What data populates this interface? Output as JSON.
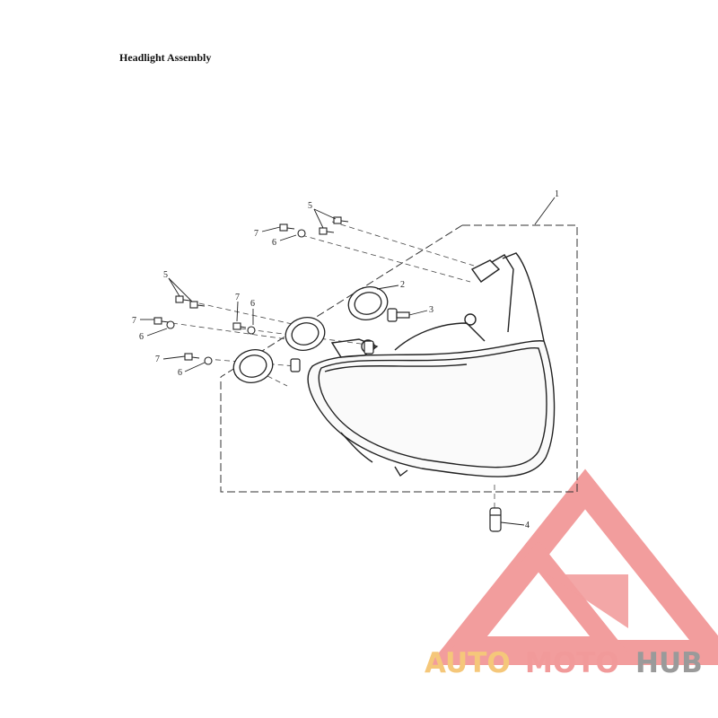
{
  "diagram": {
    "title": "Headlight Assembly",
    "callouts": {
      "c1": "1",
      "c2": "2",
      "c3": "3",
      "c4": "4",
      "c5a": "5",
      "c5b": "5",
      "c6a": "6",
      "c6b": "6",
      "c6c": "6",
      "c6d": "6",
      "c7a": "7",
      "c7b": "7",
      "c7c": "7",
      "c7d": "7"
    }
  },
  "watermark": {
    "word_part1": "AUTO",
    "word_part2": "MOTO",
    "word_part3": "HUB",
    "colors": {
      "part1": "#f5c77a",
      "part2": "#f19a9a",
      "part3": "#9a9a9a",
      "logo": "#f08c8c"
    }
  }
}
